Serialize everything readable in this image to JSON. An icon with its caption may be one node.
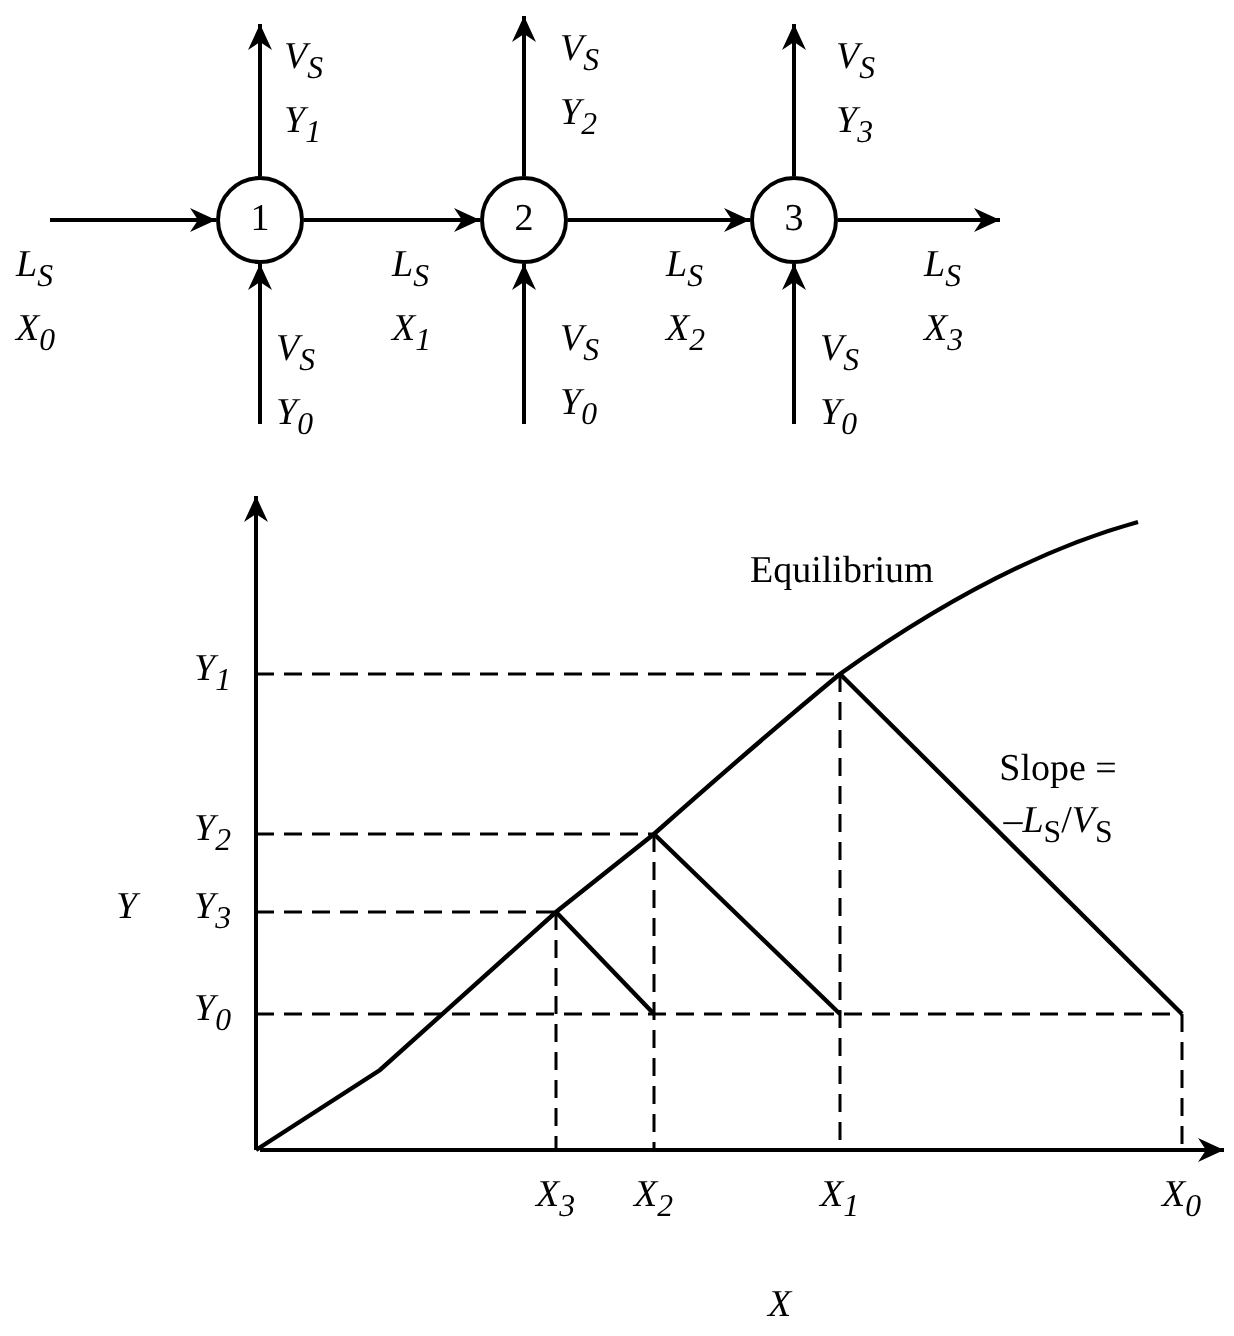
{
  "diagram": {
    "nodes": [
      {
        "text": [
          "1"
        ]
      },
      {
        "text": [
          "2"
        ]
      },
      {
        "text": [
          "3"
        ]
      }
    ],
    "edges": [
      {
        "from": null,
        "to": 0,
        "arrow": "to",
        "label": "L$_{S}$ X$_{0}$"
      },
      {
        "from": null,
        "to": 0,
        "arrow": "to",
        "label": "V$_{S}$ Y$_{0}$"
      },
      {
        "from": 0,
        "to": null,
        "arrow": "to",
        "label": "V$_{S}$ Y$_{1}$"
      },
      {
        "from": 0,
        "to": 1,
        "arrow": "to",
        "label": "L$_{S}$ X$_{1}$"
      },
      {
        "from": null,
        "to": 1,
        "arrow": "to",
        "label": "V$_{S}$ Y$_{0}$"
      },
      {
        "from": 1,
        "to": null,
        "arrow": "to",
        "label": "V$_{S}$ Y$_{2}$"
      },
      {
        "from": 1,
        "to": 2,
        "arrow": "to",
        "label": "L$_{S}$ X$_{2}$"
      },
      {
        "from": null,
        "to": 2,
        "arrow": "to",
        "label": "V$_{S}$ Y$_{0}$"
      },
      {
        "from": 2,
        "to": null,
        "arrow": "to",
        "label": "V$_{S}$ Y$_{3}$"
      },
      {
        "from": 2,
        "to": null,
        "arrow": "to",
        "label": "L$_{S}$ X$_{3}$"
      }
    ],
    "labels": [
      "Equilibrium",
      "Y$_{1}$",
      "Slope = –*L*$_{S}$/*V*$_{S}$",
      "Y$_{2}$",
      "Y$_{3}$",
      "Y",
      "Y$_{0}$",
      "X$_{3}$",
      "X$_{2}$",
      "X$_{1}$",
      "X$_{0}$",
      "X"
    ]
  }
}
